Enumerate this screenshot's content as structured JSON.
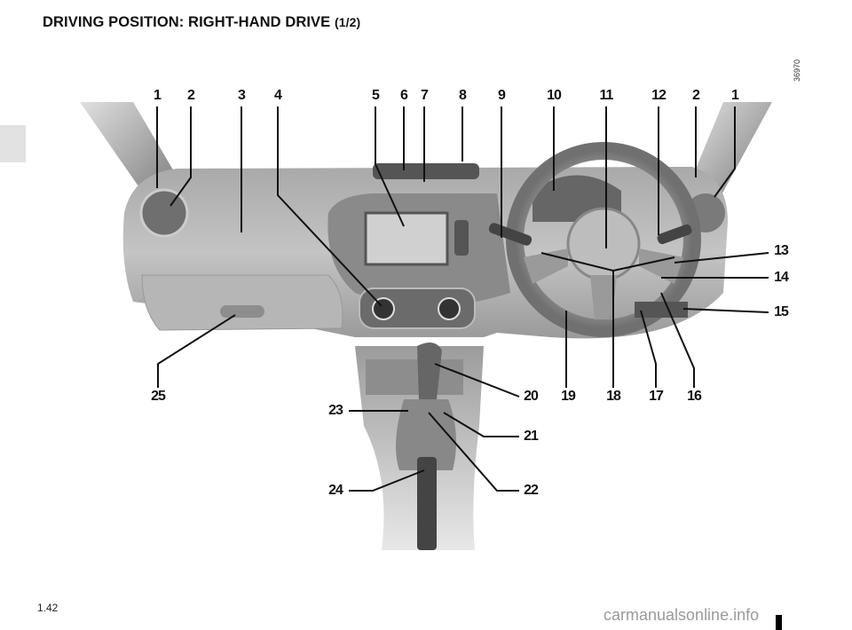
{
  "header": {
    "title": "DRIVING POSITION: RIGHT-HAND DRIVE",
    "part": "(1/2)"
  },
  "figure_ref": "36970",
  "callouts": {
    "top": [
      "1",
      "2",
      "3",
      "4",
      "5",
      "6",
      "7",
      "8",
      "9",
      "10",
      "11",
      "12",
      "2",
      "1"
    ],
    "right": [
      "13",
      "14",
      "15"
    ],
    "bottom": [
      "25",
      "20",
      "19",
      "18",
      "17",
      "16"
    ],
    "console": [
      "23",
      "21",
      "24",
      "22"
    ]
  },
  "footer": {
    "page_number": "1.42",
    "watermark": "carmanualsonline.info"
  }
}
